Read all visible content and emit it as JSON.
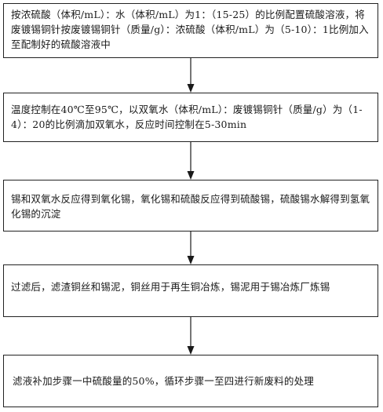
{
  "flowchart": {
    "steps": [
      {
        "text": "按浓硫酸（体积/mL）：水（体积/mL）为1：（15-25）的比例配置硫酸溶液，将废镀锡铜针按废镀锡铜针（质量/g）：浓硫酸（体积/mL）为（5-10）：1比例加入至配制好的硫酸溶液中"
      },
      {
        "text": "温度控制在40℃至95℃，以双氧水（体积/mL）：废镀锡铜针（质量/g）为（1-4）：20的比例滴加双氧水，反应时间控制在5-30min"
      },
      {
        "text": "锡和双氧水反应得到氧化锡，氧化锡和硫酸反应得到硫酸锡，硫酸锡水解得到氢氧化锡的沉淀"
      },
      {
        "text": "过滤后，滤渣铜丝和锡泥，铜丝用于再生铜冶炼，锡泥用于锡冶炼厂炼锡"
      },
      {
        "text": "滤液补加步骤一中硫酸量的50%，循环步骤一至四进行新废料的处理"
      }
    ],
    "colors": {
      "border": "#222222",
      "arrow": "#1a1a1a",
      "background": "#ffffff",
      "text": "#1a1a1a"
    }
  }
}
